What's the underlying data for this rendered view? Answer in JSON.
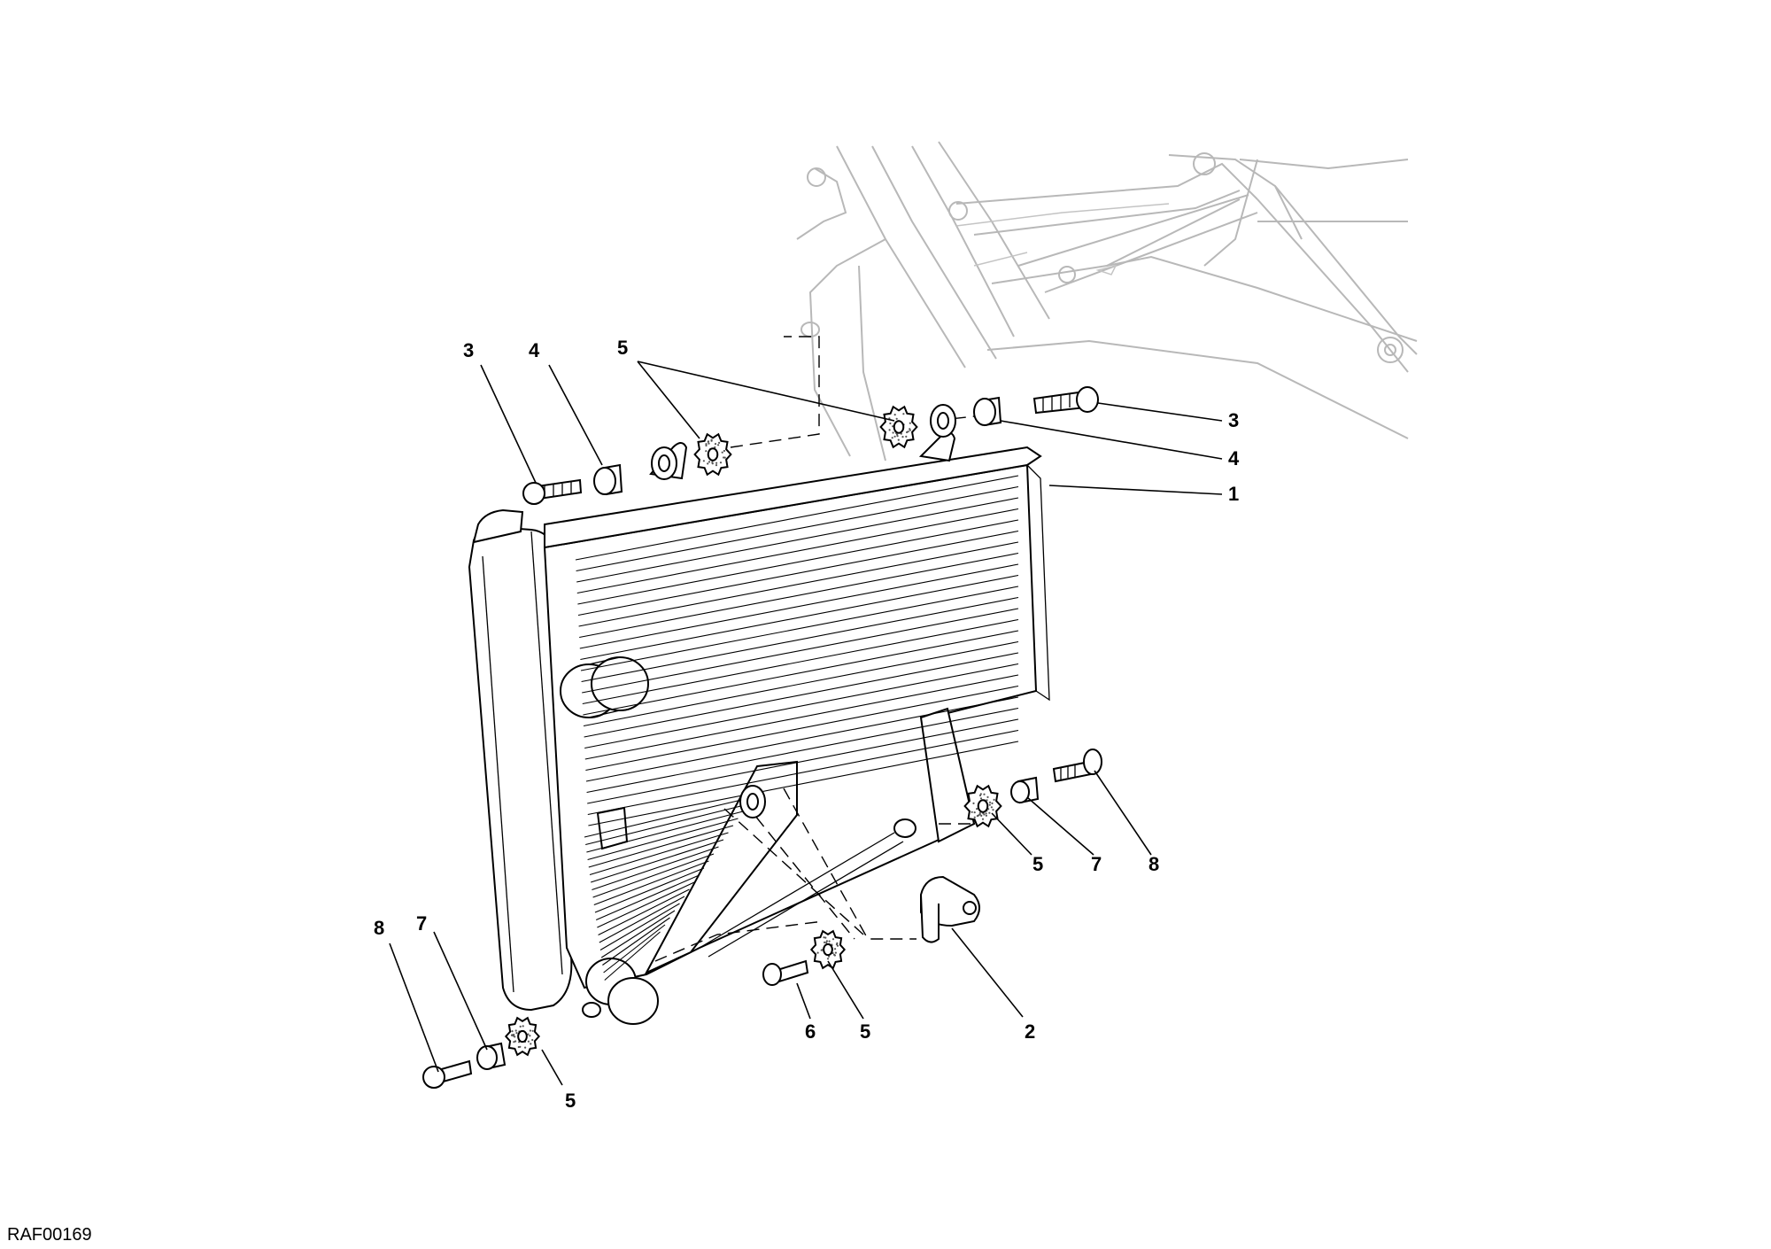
{
  "drawing_code": "RAF00169",
  "callouts": {
    "c1": "1",
    "c2": "2",
    "c3_left": "3",
    "c3_right": "3",
    "c4_left": "4",
    "c4_right": "4",
    "c5_top": "5",
    "c5_right": "5",
    "c5_bottom_mid": "5",
    "c5_bottom_left": "5",
    "c6": "6",
    "c7_right": "7",
    "c7_left": "7",
    "c8_right": "8",
    "c8_left": "8"
  }
}
